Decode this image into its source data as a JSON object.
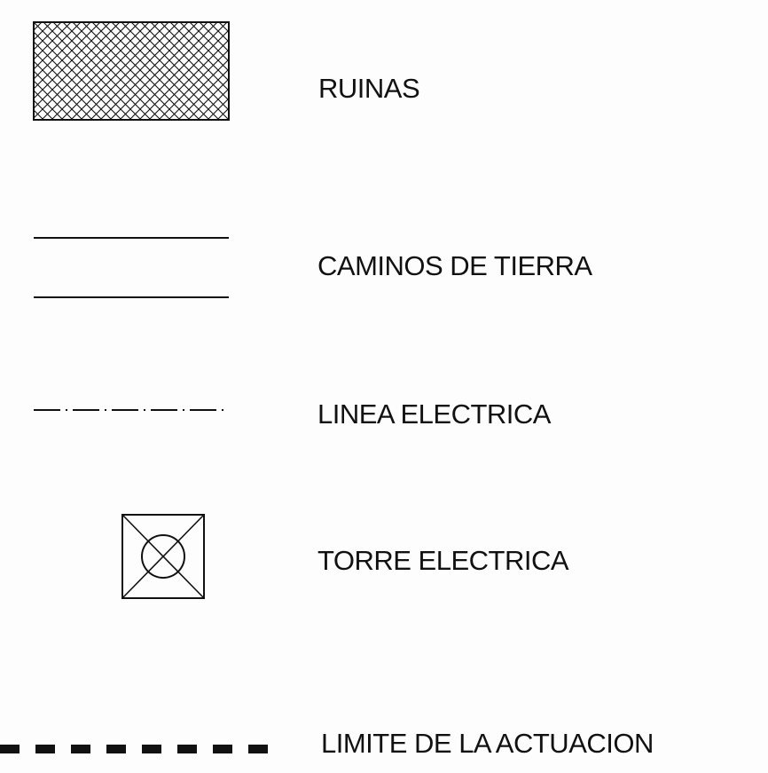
{
  "legend": {
    "items": [
      {
        "label": "RUINAS",
        "symbol": "crosshatch-rectangle-icon"
      },
      {
        "label": "CAMINOS DE TIERRA",
        "symbol": "double-solid-line-icon"
      },
      {
        "label": "LINEA ELECTRICA",
        "symbol": "dash-dot-line-icon"
      },
      {
        "label": "TORRE ELECTRICA",
        "symbol": "crossed-square-circle-icon"
      },
      {
        "label": "LIMITE DE LA ACTUACION",
        "symbol": "thick-dashed-line-icon"
      }
    ]
  },
  "colors": {
    "ink": "#111111",
    "paper": "#fdfdfd"
  }
}
